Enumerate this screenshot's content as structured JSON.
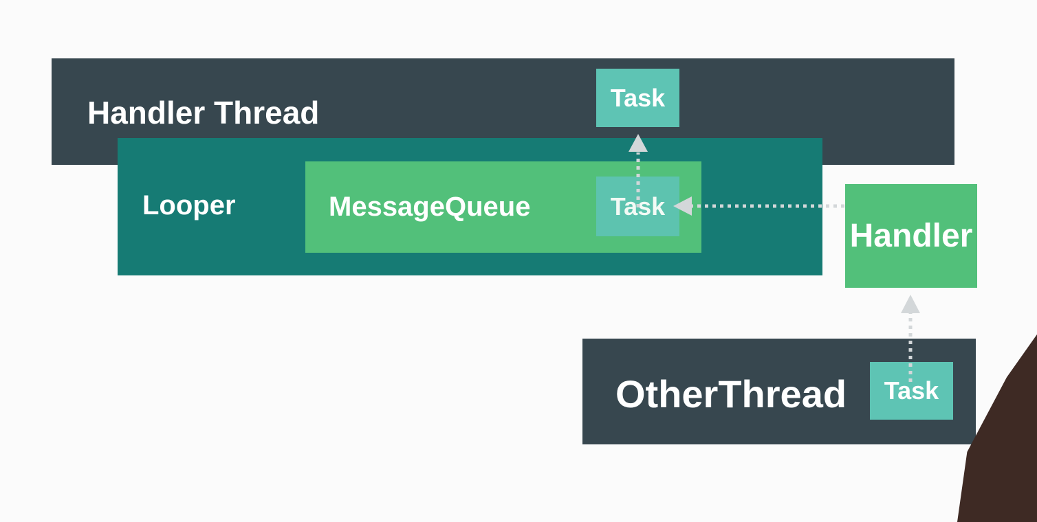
{
  "diagram": {
    "handler_thread": {
      "label": "Handler Thread"
    },
    "looper": {
      "label": "Looper"
    },
    "message_queue": {
      "label": "MessageQueue"
    },
    "tasks": {
      "top": "Task",
      "queue": "Task",
      "other": "Task"
    },
    "handler": {
      "label": "Handler"
    },
    "other_thread": {
      "label": "OtherThread"
    }
  },
  "colors": {
    "thread_bg": "#37474f",
    "looper_bg": "#167b74",
    "queue_bg": "#52c07a",
    "task_bg": "#5ec4b4",
    "handler_bg": "#52c07a",
    "arrow": "#d3d7d9"
  }
}
